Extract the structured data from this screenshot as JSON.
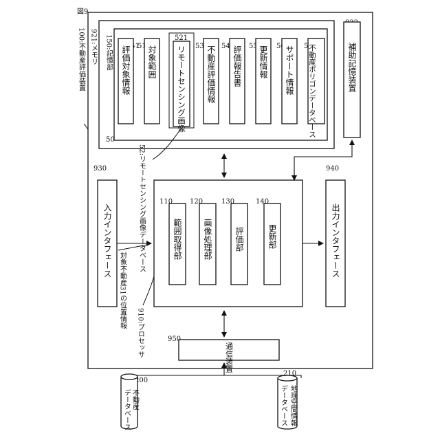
{
  "figure_label": "図9",
  "apparatus": {
    "ref_label": "100:不動産評価装置"
  },
  "memory": {
    "ref_label": "921:メモリ"
  },
  "storage": {
    "ref_label": "150:記憶部",
    "num": "50",
    "items": [
      {
        "num": "51",
        "label": "評価対象情報"
      },
      {
        "num": "51",
        "label": "対象範囲"
      },
      {
        "num": "521",
        "label": "リモートセンシング画像"
      },
      {
        "num": "53",
        "label": "不動産評価情報"
      },
      {
        "num": "54",
        "label": "評価報告書"
      },
      {
        "num": "55",
        "label": "更新情報"
      },
      {
        "num": "56",
        "label": "サポート情報"
      },
      {
        "num": "58",
        "label": "不動産ポリゴンデータベース"
      }
    ]
  },
  "aux_storage": {
    "num": "922",
    "label": "補助記憶装置"
  },
  "rs_db_label": "52:リモートセンシング画像データベース",
  "input_if": {
    "num": "930",
    "label": "入力インタフェース"
  },
  "output_if": {
    "num": "940",
    "label": "出力インタフェース"
  },
  "processor": {
    "ref_label": "910:プロセッサ",
    "units": [
      {
        "num": "110",
        "label": "範囲取得部"
      },
      {
        "num": "120",
        "label": "画像処理部"
      },
      {
        "num": "130",
        "label": "評価部"
      },
      {
        "num": "140",
        "label": "更新部"
      }
    ]
  },
  "target_position_label": "対象不動産31の位置情報",
  "comm": {
    "num": "950",
    "label": "通信装置"
  },
  "db_real_estate": {
    "num": "200",
    "line1": "不動産",
    "line2": "データベース"
  },
  "db_geo": {
    "num": "210",
    "line1": "地理空間情報",
    "line2": "データベース"
  }
}
